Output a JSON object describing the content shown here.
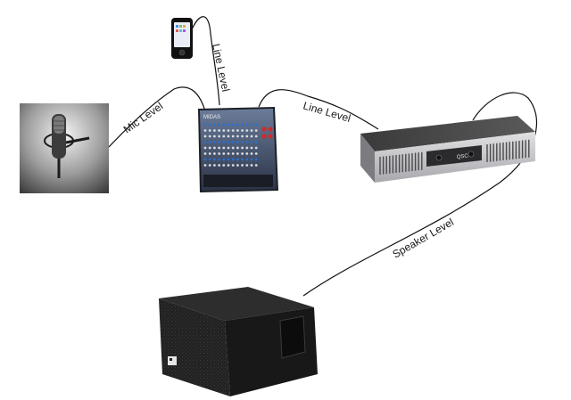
{
  "labels": {
    "mic_level": "Mic Level",
    "line_level_phone": "Line Level",
    "line_level_amp": "Line Level",
    "speaker_level": "Speaker Level"
  },
  "devices": {
    "phone_icon": "phone-icon",
    "microphone_icon": "microphone-icon",
    "mixer_icon": "mixer-icon",
    "amplifier_icon": "amplifier-icon",
    "speaker_icon": "speaker-icon",
    "mixer_brand": "MIDAS",
    "amplifier_brand": "QSC"
  },
  "colors": {
    "cable": "#111111",
    "mixer_accent": "#2a6fd0",
    "mixer_knob_red": "#d02a2a",
    "amp_body": "#c9c9cb",
    "speaker_body": "#1e1e1e"
  }
}
